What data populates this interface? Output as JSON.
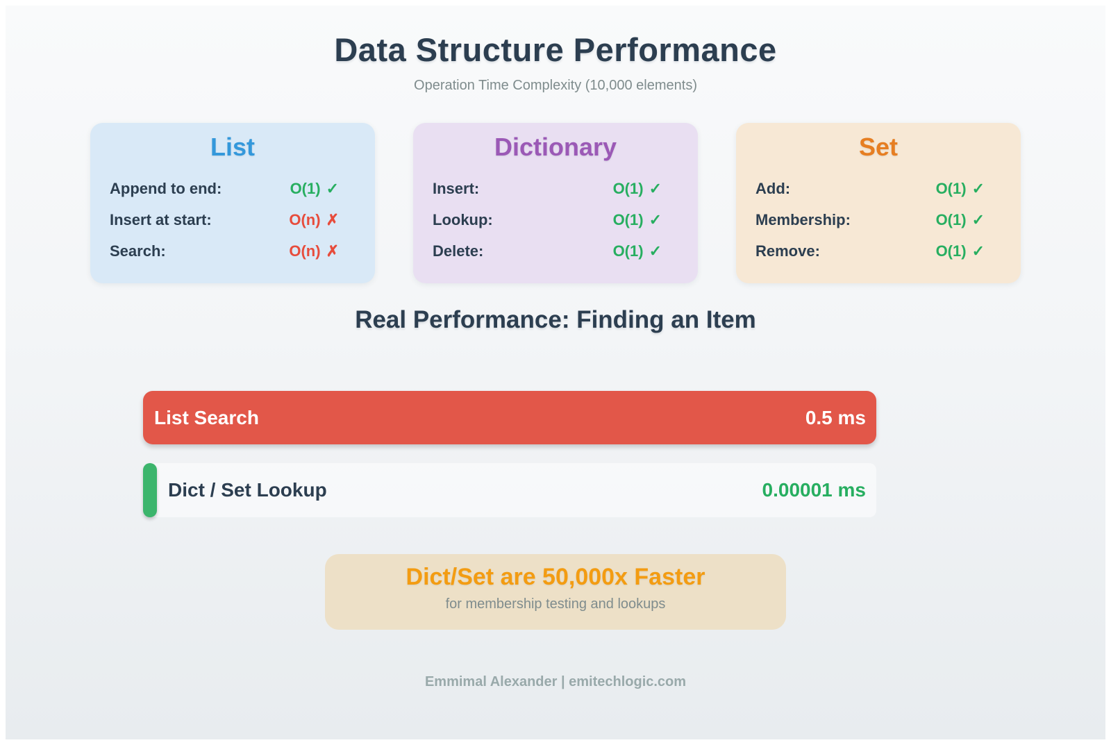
{
  "header": {
    "title": "Data Structure Performance",
    "subtitle": "Operation Time Complexity (10,000 elements)"
  },
  "cards": [
    {
      "title": "List",
      "title_color": "#3498db",
      "bg": "#d9e9f7",
      "rows": [
        {
          "label": "Append to end:",
          "value": "O(1)",
          "mark": "✓",
          "value_color": "#27ae60"
        },
        {
          "label": "Insert at start:",
          "value": "O(n)",
          "mark": "✗",
          "value_color": "#e74c3c"
        },
        {
          "label": "Search:",
          "value": "O(n)",
          "mark": "✗",
          "value_color": "#e74c3c"
        }
      ]
    },
    {
      "title": "Dictionary",
      "title_color": "#9b59b6",
      "bg": "#e9dff2",
      "rows": [
        {
          "label": "Insert:",
          "value": "O(1)",
          "mark": "✓",
          "value_color": "#27ae60"
        },
        {
          "label": "Lookup:",
          "value": "O(1)",
          "mark": "✓",
          "value_color": "#27ae60"
        },
        {
          "label": "Delete:",
          "value": "O(1)",
          "mark": "✓",
          "value_color": "#27ae60"
        }
      ]
    },
    {
      "title": "Set",
      "title_color": "#e67e22",
      "bg": "#f7e8d5",
      "rows": [
        {
          "label": "Add:",
          "value": "O(1)",
          "mark": "✓",
          "value_color": "#27ae60"
        },
        {
          "label": "Membership:",
          "value": "O(1)",
          "mark": "✓",
          "value_color": "#27ae60"
        },
        {
          "label": "Remove:",
          "value": "O(1)",
          "mark": "✓",
          "value_color": "#27ae60"
        }
      ]
    }
  ],
  "performance": {
    "heading": "Real Performance: Finding an Item",
    "bars": [
      {
        "label": "List Search",
        "value": "0.5 ms",
        "bar_color": "#e25749"
      },
      {
        "label": "Dict / Set Lookup",
        "value": "0.00001 ms",
        "bar_color": "#3cb56c",
        "value_color": "#27ae60"
      }
    ]
  },
  "highlight": {
    "title": "Dict/Set are 50,000x Faster",
    "subtitle": "for membership testing and lookups",
    "title_color": "#f39c12",
    "bg": "#ede0c7"
  },
  "footer": {
    "text": "Emmimal Alexander | emitechlogic.com"
  },
  "chart_data": {
    "type": "bar",
    "orientation": "horizontal",
    "title": "Real Performance: Finding an Item",
    "categories": [
      "List Search",
      "Dict / Set Lookup"
    ],
    "values": [
      0.5,
      1e-05
    ],
    "unit": "ms",
    "value_labels": [
      "0.5 ms",
      "0.00001 ms"
    ],
    "bar_colors": [
      "#e25749",
      "#3cb56c"
    ],
    "speedup_factor": 50000,
    "annotation": "Dict/Set are 50,000x Faster for membership testing and lookups",
    "complexity_tables": [
      {
        "structure": "List",
        "operations": [
          {
            "operation": "Append to end",
            "complexity": "O(1)",
            "good": true
          },
          {
            "operation": "Insert at start",
            "complexity": "O(n)",
            "good": false
          },
          {
            "operation": "Search",
            "complexity": "O(n)",
            "good": false
          }
        ]
      },
      {
        "structure": "Dictionary",
        "operations": [
          {
            "operation": "Insert",
            "complexity": "O(1)",
            "good": true
          },
          {
            "operation": "Lookup",
            "complexity": "O(1)",
            "good": true
          },
          {
            "operation": "Delete",
            "complexity": "O(1)",
            "good": true
          }
        ]
      },
      {
        "structure": "Set",
        "operations": [
          {
            "operation": "Add",
            "complexity": "O(1)",
            "good": true
          },
          {
            "operation": "Membership",
            "complexity": "O(1)",
            "good": true
          },
          {
            "operation": "Remove",
            "complexity": "O(1)",
            "good": true
          }
        ]
      }
    ]
  }
}
